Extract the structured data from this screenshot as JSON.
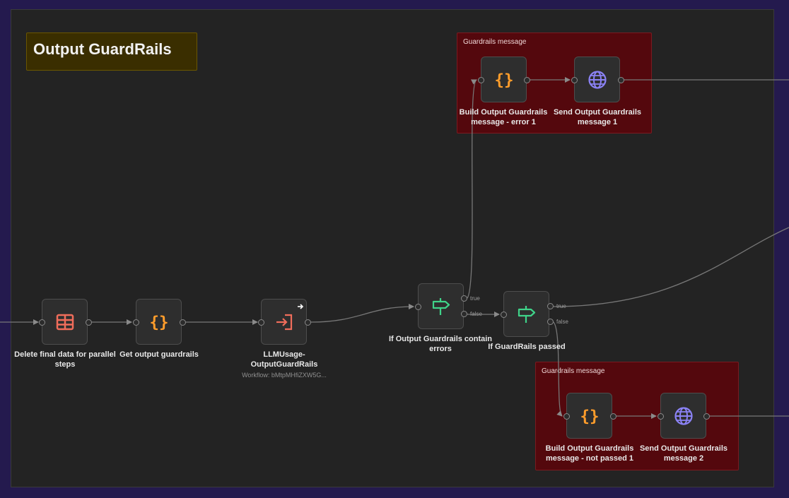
{
  "sticky": {
    "title": "Output GuardRails"
  },
  "groups": [
    {
      "label": "Guardrails message"
    },
    {
      "label": "Guardrails message"
    }
  ],
  "nodes": {
    "delete_final": {
      "label": "Delete final data for parallel steps",
      "icon": "table-icon",
      "color": "#f06d5b"
    },
    "get_guardrails": {
      "label": "Get output guardrails",
      "icon": "braces-icon",
      "color": "#ff9d2b"
    },
    "llm_usage": {
      "label": "LLMUsage-OutputGuardRails",
      "sublabel": "Workflow: bMtpMHfiZXW5G...",
      "icon": "enter-icon",
      "color": "#f06d5b"
    },
    "if_errors": {
      "label": "If Output Guardrails contain errors",
      "icon": "signpost-icon",
      "color": "#3fd389"
    },
    "if_passed": {
      "label": "If GuardRails passed",
      "icon": "signpost-icon",
      "color": "#3fd389"
    },
    "build_error": {
      "label": "Build Output Guardrails message - error 1",
      "icon": "braces-icon",
      "color": "#ff9d2b"
    },
    "send_1": {
      "label": "Send Output Guardrails message 1",
      "icon": "globe-icon",
      "color": "#8b82f5"
    },
    "build_not_passed": {
      "label": "Build Output Guardrails message - not passed 1",
      "icon": "braces-icon",
      "color": "#ff9d2b"
    },
    "send_2": {
      "label": "Send Output Guardrails message 2",
      "icon": "globe-icon",
      "color": "#8b82f5"
    }
  },
  "ports": {
    "if_errors_true": "true",
    "if_errors_false": "false",
    "if_passed_true": "true",
    "if_passed_false": "false"
  }
}
